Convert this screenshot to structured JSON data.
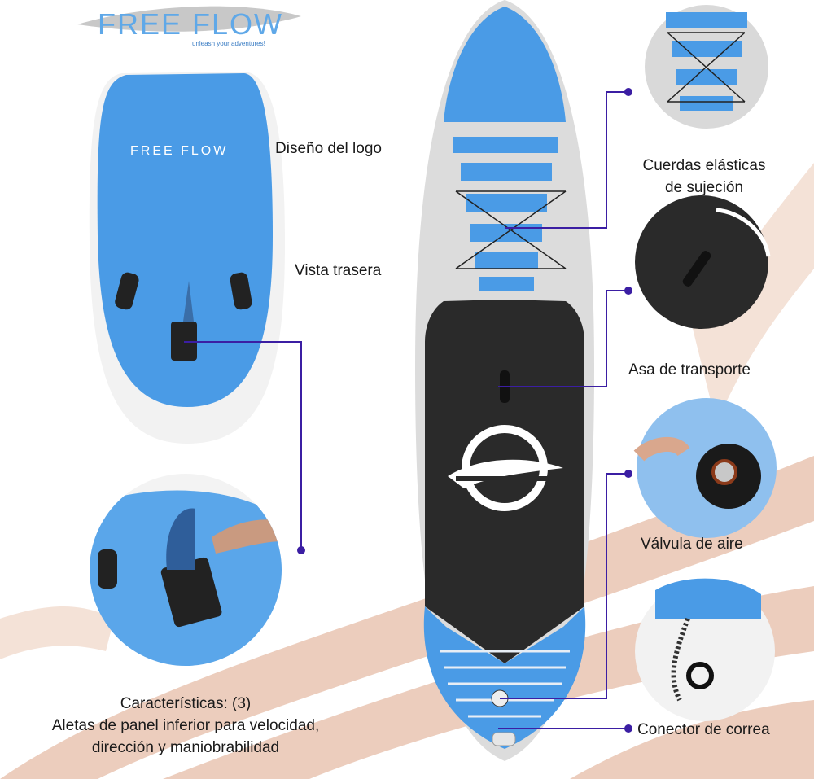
{
  "brand": {
    "name": "FREE FLOW",
    "tagline": "unleash your adventures!"
  },
  "colors": {
    "board_blue": "#4a9be6",
    "deck_black": "#2a2a2a",
    "callout_line": "#3b1ea3",
    "background_swoosh": "#e9c4b1"
  },
  "callouts": {
    "logo_design": "Diseño del logo",
    "rear_view": "Vista trasera",
    "bungee_line1": "Cuerdas elásticas",
    "bungee_line2": "de sujeción",
    "carry_handle": "Asa de transporte",
    "air_valve": "Válvula de aire",
    "leash_connector": "Conector de correa"
  },
  "features": {
    "line1": "Características: (3)",
    "line2": "Aletas de panel inferior para velocidad,",
    "line3": "dirección y maniobrabilidad"
  }
}
